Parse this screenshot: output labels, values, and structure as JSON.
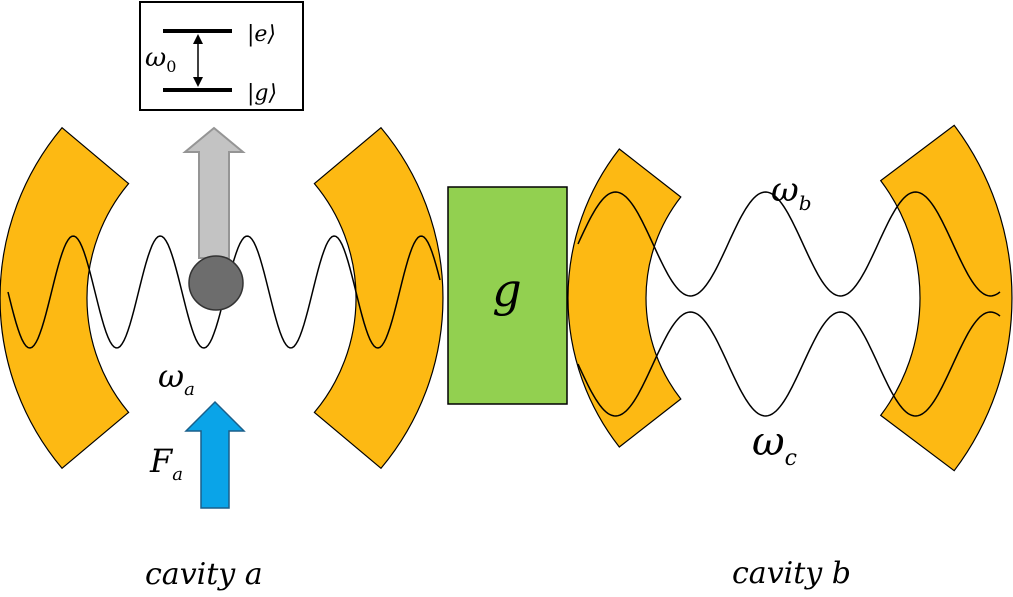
{
  "colors": {
    "mirror": "#FDB913",
    "coupler": "#92D050",
    "atom": "#6D6D6D",
    "gray_arrow": "#BDBDBD",
    "blue_arrow": "#0AA4E8",
    "wave": "#000000"
  },
  "labels": {
    "level_excited": "|e⟩",
    "level_ground": "|g⟩",
    "transition_base": "ω",
    "transition_sub": "0",
    "freq_a_base": "ω",
    "freq_a_sub": "a",
    "freq_b_base": "ω",
    "freq_b_sub": "b",
    "freq_c_base": "ω",
    "freq_c_sub": "c",
    "drive_base": "F",
    "drive_sub": "a",
    "coupling": "g",
    "cavity_a": "cavity a",
    "cavity_b": "cavity b"
  },
  "icons": {
    "atom": "circle",
    "excitation": "up-arrow",
    "drive": "up-arrow",
    "mirror": "curved-mirror"
  }
}
